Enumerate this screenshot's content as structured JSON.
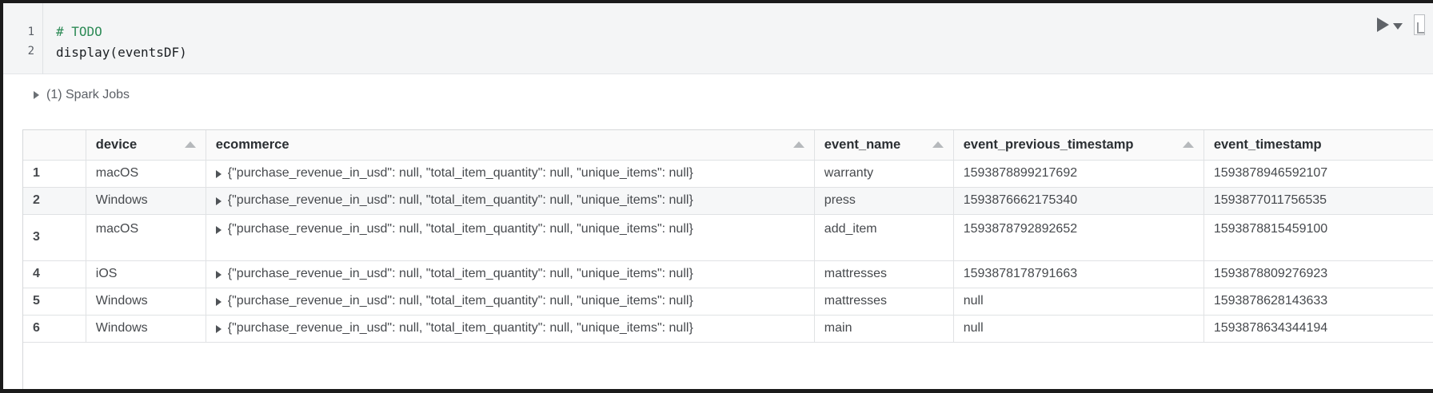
{
  "cell": {
    "line_numbers": [
      "1",
      "2"
    ],
    "code_lines": [
      "# TODO",
      "display(eventsDF)"
    ],
    "run_icon": "play-icon",
    "run_menu_icon": "chevron-down-icon"
  },
  "spark_jobs": {
    "toggle_icon": "triangle-right-icon",
    "label": "(1) Spark Jobs"
  },
  "table": {
    "columns": [
      {
        "key": "index",
        "label": "",
        "sortable": false
      },
      {
        "key": "device",
        "label": "device",
        "sortable": true
      },
      {
        "key": "ecommerce",
        "label": "ecommerce",
        "sortable": true
      },
      {
        "key": "event_name",
        "label": "event_name",
        "sortable": true
      },
      {
        "key": "event_previous_timestamp",
        "label": "event_previous_timestamp",
        "sortable": true
      },
      {
        "key": "event_timestamp",
        "label": "event_timestamp",
        "sortable": true
      }
    ],
    "rows": [
      {
        "index": "1",
        "device": "macOS",
        "ecommerce": "{\"purchase_revenue_in_usd\": null, \"total_item_quantity\": null, \"unique_items\": null}",
        "event_name": "warranty",
        "event_previous_timestamp": "1593878899217692",
        "event_timestamp": "1593878946592107"
      },
      {
        "index": "2",
        "device": "Windows",
        "ecommerce": "{\"purchase_revenue_in_usd\": null, \"total_item_quantity\": null, \"unique_items\": null}",
        "event_name": "press",
        "event_previous_timestamp": "1593876662175340",
        "event_timestamp": "1593877011756535"
      },
      {
        "index": "3",
        "device": "macOS",
        "ecommerce": "{\"purchase_revenue_in_usd\": null, \"total_item_quantity\": null, \"unique_items\": null}",
        "event_name": "add_item",
        "event_previous_timestamp": "1593878792892652",
        "event_timestamp": "1593878815459100"
      },
      {
        "index": "4",
        "device": "iOS",
        "ecommerce": "{\"purchase_revenue_in_usd\": null, \"total_item_quantity\": null, \"unique_items\": null}",
        "event_name": "mattresses",
        "event_previous_timestamp": "1593878178791663",
        "event_timestamp": "1593878809276923"
      },
      {
        "index": "5",
        "device": "Windows",
        "ecommerce": "{\"purchase_revenue_in_usd\": null, \"total_item_quantity\": null, \"unique_items\": null}",
        "event_name": "mattresses",
        "event_previous_timestamp": "null",
        "event_timestamp": "1593878628143633"
      },
      {
        "index": "6",
        "device": "Windows",
        "ecommerce": "{\"purchase_revenue_in_usd\": null, \"total_item_quantity\": null, \"unique_items\": null}",
        "event_name": "main",
        "event_previous_timestamp": "null",
        "event_timestamp": "1593878634344194"
      }
    ]
  },
  "colors": {
    "comment_green": "#2e8b57",
    "cell_background": "#f4f5f6",
    "header_background": "#fafafa",
    "alt_row_background": "#f6f7f8",
    "text": "#46494d"
  }
}
